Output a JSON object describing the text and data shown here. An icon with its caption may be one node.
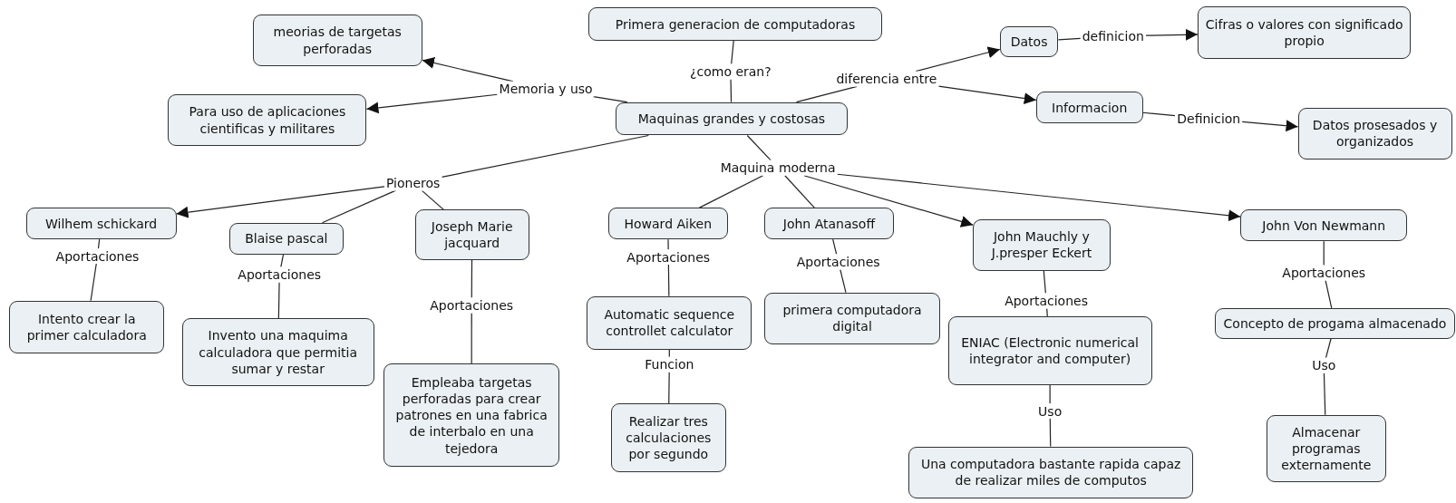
{
  "diagram": {
    "nodes": [
      {
        "text": [
          "Primera generacion de computadoras"
        ]
      },
      {
        "text": [
          "¿como eran?"
        ]
      },
      {
        "text": [
          "meorias de targetas perforadas"
        ]
      },
      {
        "text": [
          "Memoria y uso"
        ]
      },
      {
        "text": [
          "Para uso de aplicaciones cientificas y militares"
        ]
      },
      {
        "text": [
          "Maquinas grandes y costosas"
        ]
      },
      {
        "text": [
          "diferencia entre"
        ]
      },
      {
        "text": [
          "Datos"
        ]
      },
      {
        "text": [
          "definicion"
        ]
      },
      {
        "text": [
          "Cifras o valores con significado propio"
        ]
      },
      {
        "text": [
          "Informacion"
        ]
      },
      {
        "text": [
          "Definicion"
        ]
      },
      {
        "text": [
          "Datos prosesados y organizados"
        ]
      },
      {
        "text": [
          "Pioneros"
        ]
      },
      {
        "text": [
          "Maquina moderna"
        ]
      },
      {
        "text": [
          "Wilhem schickard"
        ]
      },
      {
        "text": [
          "Blaise pascal"
        ]
      },
      {
        "text": [
          "Joseph Marie jacquard"
        ]
      },
      {
        "text": [
          "Howard Aiken"
        ]
      },
      {
        "text": [
          "John Atanasoff"
        ]
      },
      {
        "text": [
          "John Mauchly y J.presper Eckert"
        ]
      },
      {
        "text": [
          "John Von Newmann"
        ]
      },
      {
        "text": [
          "Aportaciones"
        ]
      },
      {
        "text": [
          "Intento crear la primer calculadora"
        ]
      },
      {
        "text": [
          "Aportaciones"
        ]
      },
      {
        "text": [
          "Invento una maquima calculadora que permitia sumar y restar"
        ]
      },
      {
        "text": [
          "Aportaciones"
        ]
      },
      {
        "text": [
          "Empleaba targetas perforadas para crear patrones en una fabrica de interbalo en una tejedora"
        ]
      },
      {
        "text": [
          "Aportaciones"
        ]
      },
      {
        "text": [
          "Automatic sequence controllet calculator"
        ]
      },
      {
        "text": [
          "Funcion"
        ]
      },
      {
        "text": [
          "Realizar tres calculaciones por segundo"
        ]
      },
      {
        "text": [
          "Aportaciones"
        ]
      },
      {
        "text": [
          "primera computadora digital"
        ]
      },
      {
        "text": [
          "Aportaciones"
        ]
      },
      {
        "text": [
          "ENIAC (Electronic numerical integrator and computer)"
        ]
      },
      {
        "text": [
          "Uso"
        ]
      },
      {
        "text": [
          "Una computadora bastante rapida capaz de realizar miles de computos"
        ]
      },
      {
        "text": [
          "Aportaciones"
        ]
      },
      {
        "text": [
          "Concepto de progama almacenado"
        ]
      },
      {
        "text": [
          "Uso"
        ]
      },
      {
        "text": [
          "Almacenar programas externamente"
        ]
      }
    ],
    "edges": [
      {
        "from": 0,
        "to": 1,
        "arrow": "none"
      },
      {
        "from": 1,
        "to": 5,
        "arrow": "none"
      },
      {
        "from": 5,
        "to": 3,
        "arrow": "none"
      },
      {
        "from": 3,
        "to": 2,
        "arrow": "to"
      },
      {
        "from": 3,
        "to": 4,
        "arrow": "to"
      },
      {
        "from": 5,
        "to": 6,
        "arrow": "none"
      },
      {
        "from": 6,
        "to": 7,
        "arrow": "to"
      },
      {
        "from": 6,
        "to": 10,
        "arrow": "to"
      },
      {
        "from": 7,
        "to": 8,
        "arrow": "none"
      },
      {
        "from": 8,
        "to": 9,
        "arrow": "to"
      },
      {
        "from": 10,
        "to": 11,
        "arrow": "none"
      },
      {
        "from": 11,
        "to": 12,
        "arrow": "to"
      },
      {
        "from": 5,
        "to": 13,
        "arrow": "none"
      },
      {
        "from": 13,
        "to": 15,
        "arrow": "to"
      },
      {
        "from": 13,
        "to": 16,
        "arrow": "none"
      },
      {
        "from": 13,
        "to": 17,
        "arrow": "none"
      },
      {
        "from": 5,
        "to": 14,
        "arrow": "none"
      },
      {
        "from": 14,
        "to": 18,
        "arrow": "none"
      },
      {
        "from": 14,
        "to": 19,
        "arrow": "none"
      },
      {
        "from": 14,
        "to": 20,
        "arrow": "to"
      },
      {
        "from": 14,
        "to": 21,
        "arrow": "to"
      },
      {
        "from": 15,
        "to": 22,
        "arrow": "none"
      },
      {
        "from": 22,
        "to": 23,
        "arrow": "none"
      },
      {
        "from": 16,
        "to": 24,
        "arrow": "none"
      },
      {
        "from": 24,
        "to": 25,
        "arrow": "none"
      },
      {
        "from": 17,
        "to": 26,
        "arrow": "none"
      },
      {
        "from": 26,
        "to": 27,
        "arrow": "none"
      },
      {
        "from": 18,
        "to": 28,
        "arrow": "none"
      },
      {
        "from": 28,
        "to": 29,
        "arrow": "none"
      },
      {
        "from": 29,
        "to": 30,
        "arrow": "none"
      },
      {
        "from": 30,
        "to": 31,
        "arrow": "none"
      },
      {
        "from": 19,
        "to": 32,
        "arrow": "none"
      },
      {
        "from": 32,
        "to": 33,
        "arrow": "none"
      },
      {
        "from": 20,
        "to": 34,
        "arrow": "none"
      },
      {
        "from": 34,
        "to": 35,
        "arrow": "none"
      },
      {
        "from": 35,
        "to": 36,
        "arrow": "none"
      },
      {
        "from": 36,
        "to": 37,
        "arrow": "none"
      },
      {
        "from": 21,
        "to": 38,
        "arrow": "none"
      },
      {
        "from": 38,
        "to": 39,
        "arrow": "none"
      },
      {
        "from": 39,
        "to": 40,
        "arrow": "none"
      },
      {
        "from": 40,
        "to": 41,
        "arrow": "none"
      }
    ]
  }
}
